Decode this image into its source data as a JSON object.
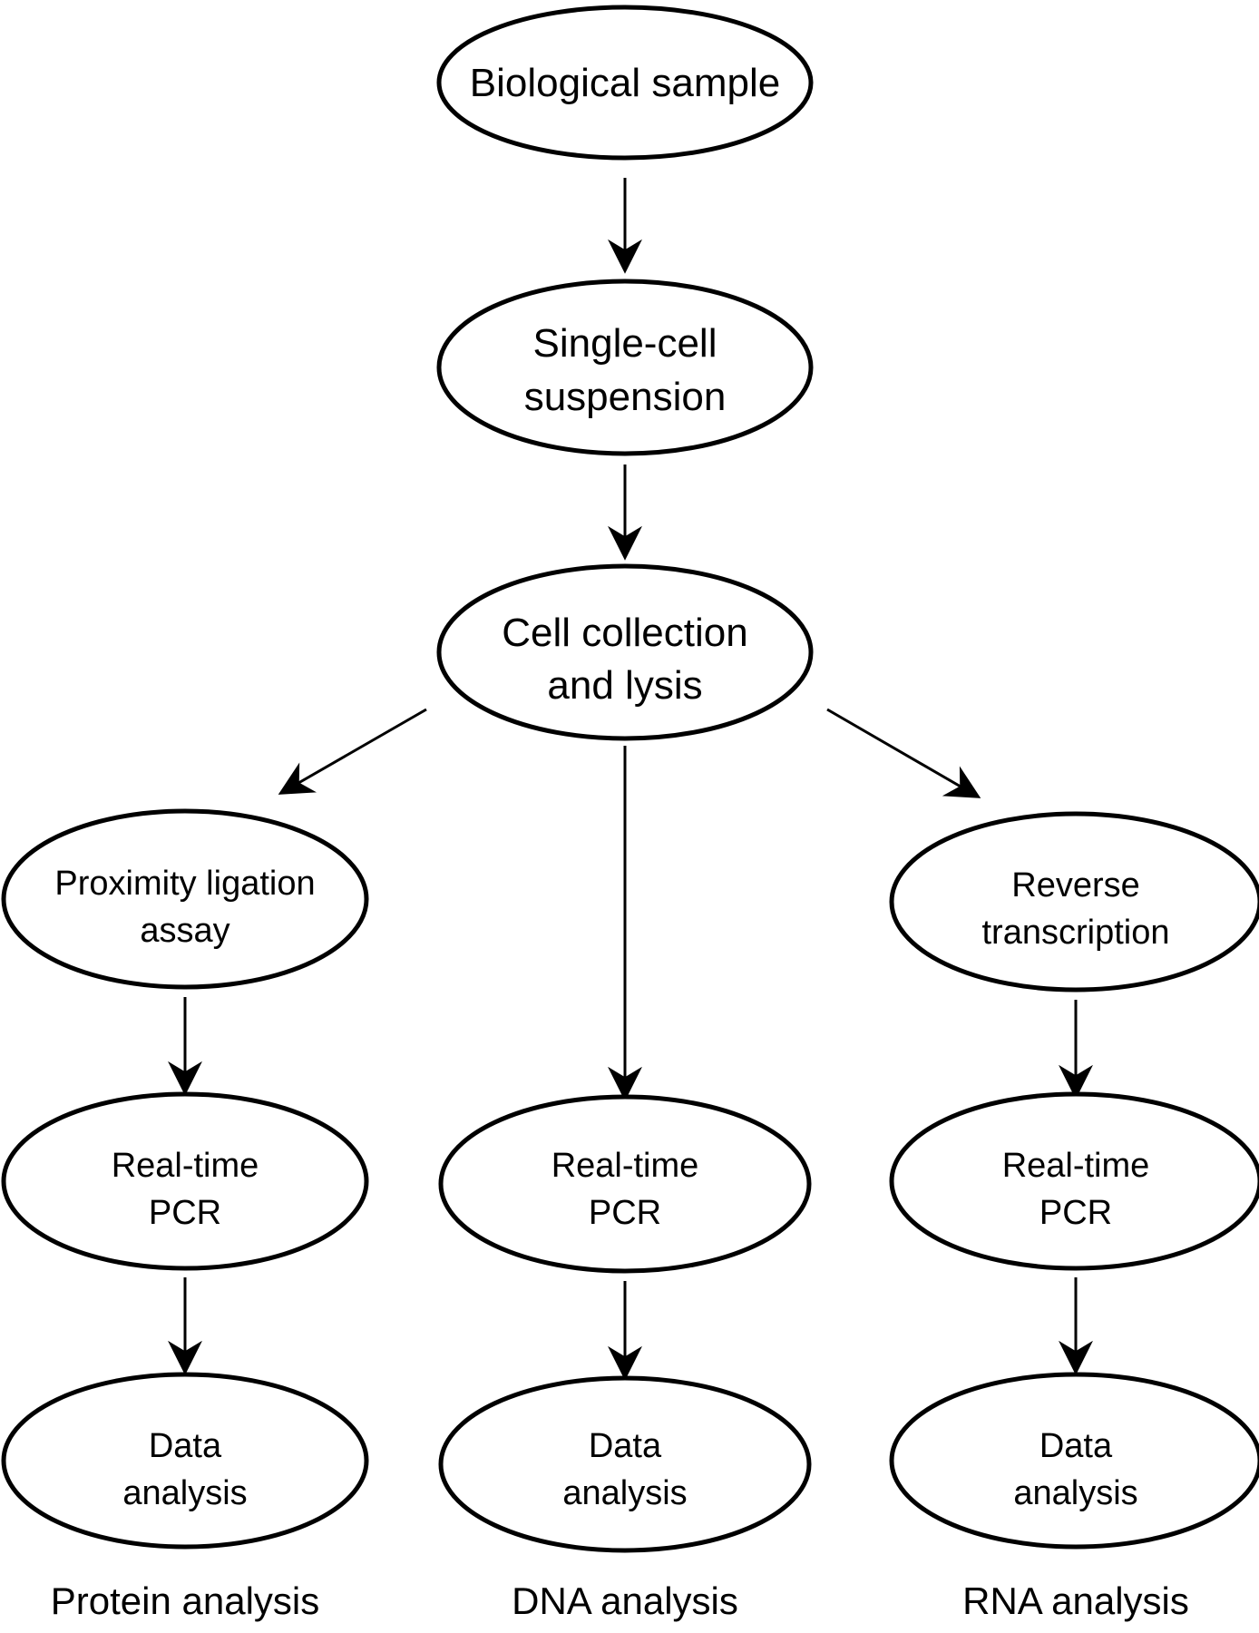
{
  "nodes": {
    "biological_sample": [
      "Biological sample"
    ],
    "single_cell": [
      "Single-cell",
      "suspension"
    ],
    "cell_collection": [
      "Cell collection",
      "and lysis"
    ],
    "pla": [
      "Proximity ligation",
      "assay"
    ],
    "rt": [
      "Reverse",
      "transcription"
    ],
    "pcr_protein": [
      "Real-time",
      "PCR"
    ],
    "pcr_dna": [
      "Real-time",
      "PCR"
    ],
    "pcr_rna": [
      "Real-time",
      "PCR"
    ],
    "data_protein": [
      "Data",
      "analysis"
    ],
    "data_dna": [
      "Data",
      "analysis"
    ],
    "data_rna": [
      "Data",
      "analysis"
    ]
  },
  "footer": {
    "protein": "Protein analysis",
    "dna": "DNA analysis",
    "rna": "RNA analysis"
  },
  "colors": {
    "stroke": "#000000",
    "fill": "#ffffff"
  }
}
